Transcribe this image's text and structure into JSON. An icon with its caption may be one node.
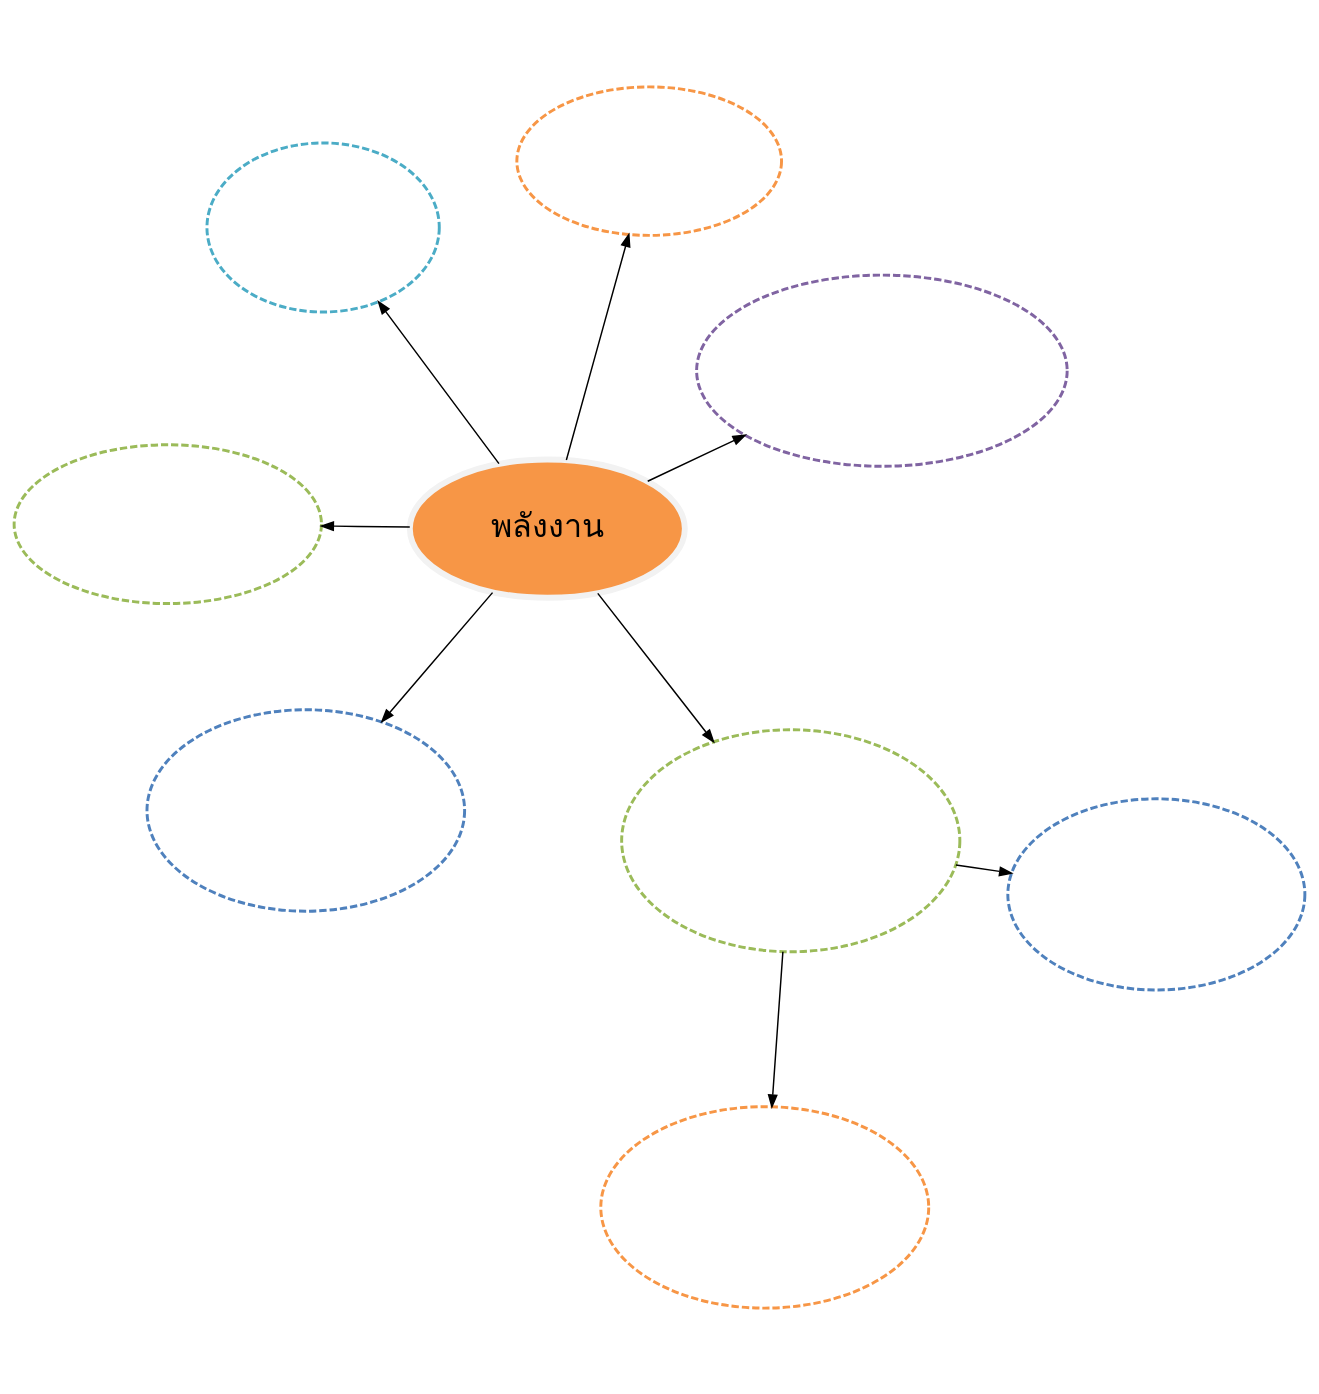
{
  "diagram": {
    "nodes": [
      {
        "text": [],
        "shape": "ellipse"
      },
      {
        "text": [],
        "shape": "ellipse"
      },
      {
        "text": [
          "พลังงาน"
        ]
      },
      {
        "text": [],
        "shape": "ellipse"
      },
      {
        "text": [],
        "shape": "ellipse"
      },
      {
        "text": [],
        "shape": "ellipse"
      },
      {
        "text": [],
        "shape": "ellipse"
      },
      {
        "text": [],
        "shape": "ellipse"
      },
      {
        "text": [],
        "shape": "ellipse"
      }
    ],
    "edges": [
      {
        "from": 2,
        "to": 0,
        "arrow": "to"
      },
      {
        "from": 2,
        "to": 1,
        "arrow": "to"
      },
      {
        "from": 2,
        "to": 3,
        "arrow": "to"
      },
      {
        "from": 2,
        "to": 4,
        "arrow": "to"
      },
      {
        "from": 2,
        "to": 5,
        "arrow": "to"
      },
      {
        "from": 2,
        "to": 6,
        "arrow": "to"
      },
      {
        "from": 5,
        "to": 7,
        "arrow": "to"
      },
      {
        "from": 5,
        "to": 8,
        "arrow": "to"
      }
    ]
  }
}
